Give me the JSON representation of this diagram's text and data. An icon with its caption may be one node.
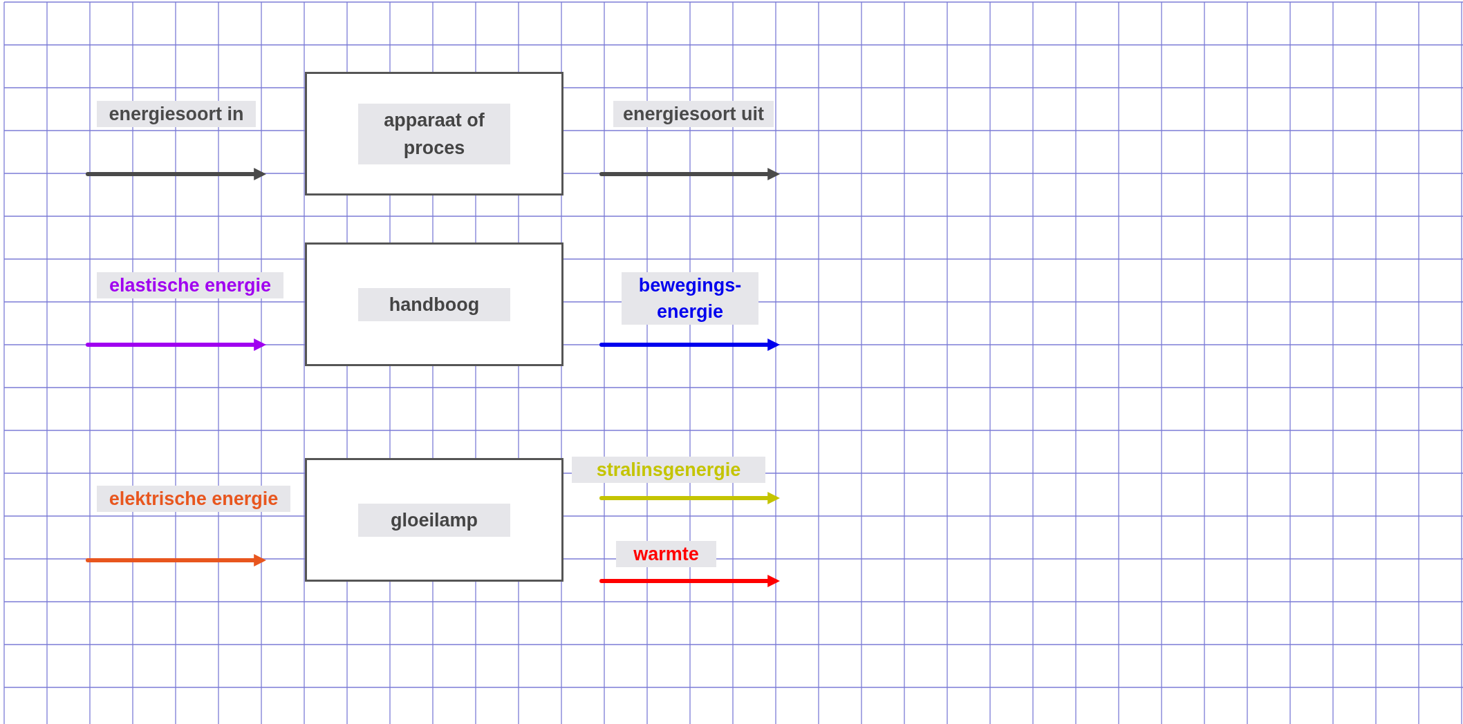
{
  "diagram": {
    "nodes": [
      {
        "text": [
          "apparaat of proces"
        ]
      },
      {
        "text": [
          "handboog"
        ]
      },
      {
        "text": [
          "gloeilamp"
        ]
      }
    ],
    "edges": [
      {
        "from": null,
        "to": 0,
        "arrow": "to",
        "label": "energiesoort in"
      },
      {
        "from": 0,
        "to": null,
        "arrow": "to",
        "label": "energiesoort uit"
      },
      {
        "from": null,
        "to": 1,
        "arrow": "to",
        "label": "elastische energie",
        "color": "#a000f0"
      },
      {
        "from": 1,
        "to": null,
        "arrow": "to",
        "label": "bewegings-energie",
        "color": "#0000ee"
      },
      {
        "from": null,
        "to": 2,
        "arrow": "to",
        "label": "elektrische energie",
        "color": "#e8561e"
      },
      {
        "from": 2,
        "to": null,
        "arrow": "to",
        "label": "stralinsgenergie",
        "color": "#c4c400"
      },
      {
        "from": 2,
        "to": null,
        "arrow": "to",
        "label": "warmte",
        "color": "#ff0000"
      }
    ]
  }
}
